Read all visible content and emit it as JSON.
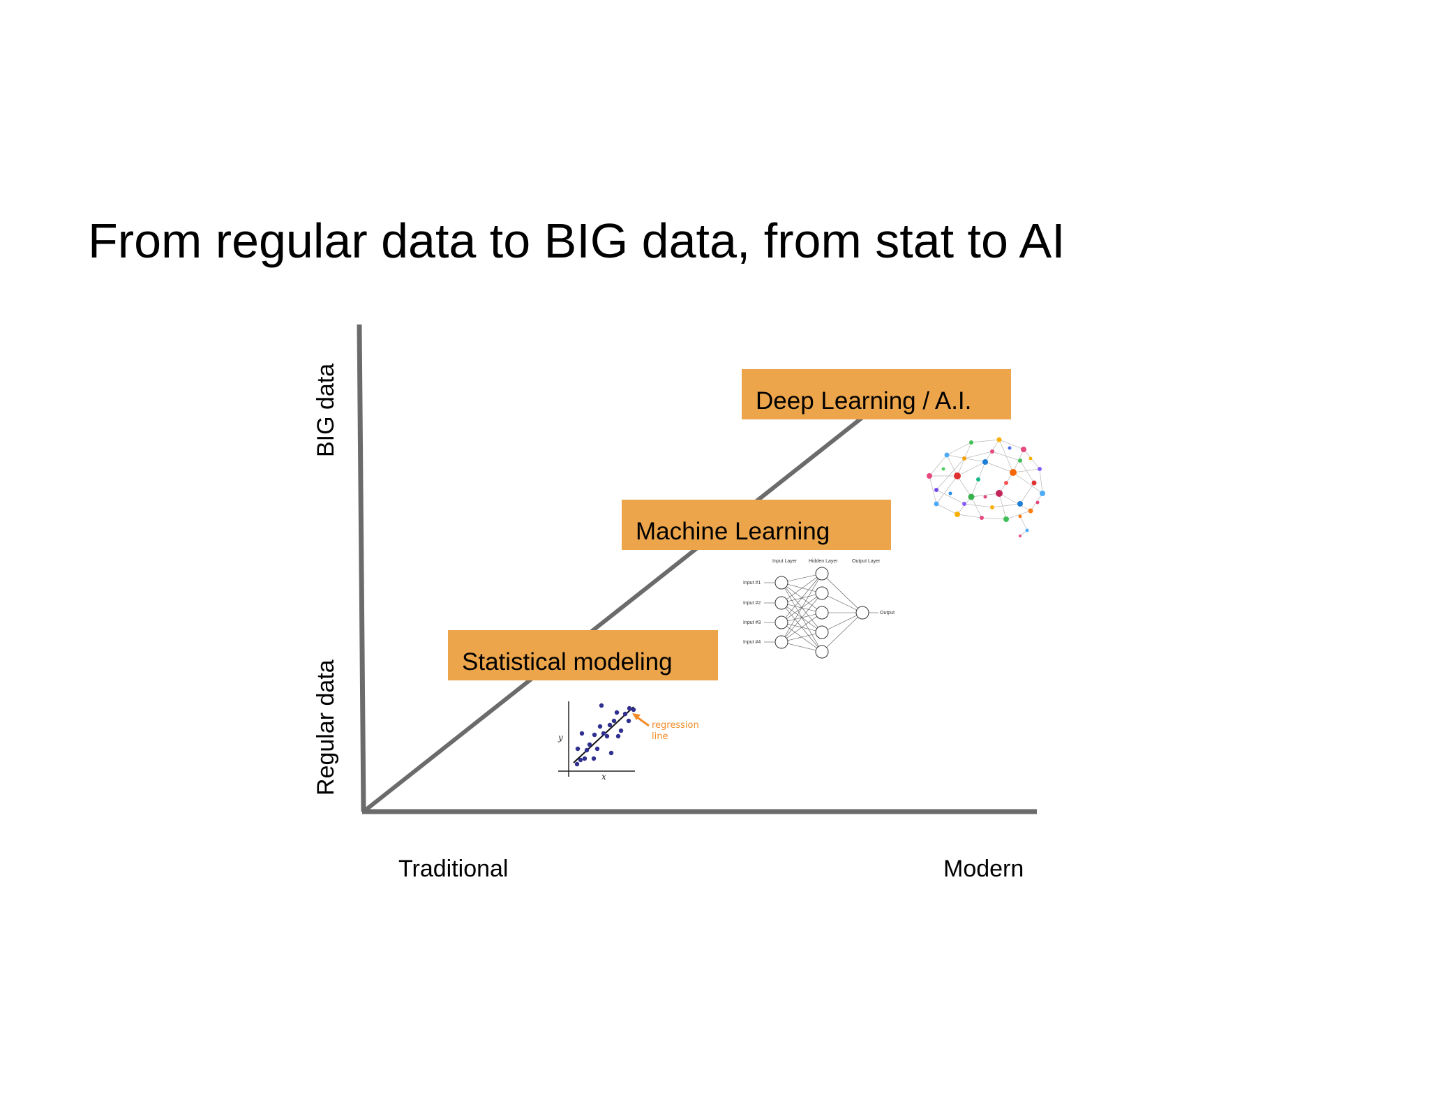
{
  "slide": {
    "title": "From regular data to BIG data, from stat to AI"
  },
  "axes": {
    "y_top_label": "BIG data",
    "y_bottom_label": "Regular data",
    "x_left_label": "Traditional",
    "x_right_label": "Modern",
    "axis_color": "#6b6b6b"
  },
  "stages": [
    {
      "label": "Statistical modeling"
    },
    {
      "label": "Machine Learning"
    },
    {
      "label": "Deep Learning / A.I."
    }
  ],
  "stage_color": "#eca54b",
  "regression_illustration": {
    "annotation_line1": "regression",
    "annotation_line2": "line",
    "x_axis": "x",
    "y_axis": "y",
    "point_color": "#2f2f8f",
    "annotation_color": "#f28c28"
  },
  "network_illustration": {
    "input_layer": "Input Layer",
    "hidden_layer": "Hidden Layer",
    "output_layer": "Output Layer",
    "inputs": [
      "Input #1",
      "Input #2",
      "Input #3",
      "Input #4"
    ],
    "output": "Output"
  },
  "brain_illustration": {
    "icon": "brain-network-icon"
  }
}
